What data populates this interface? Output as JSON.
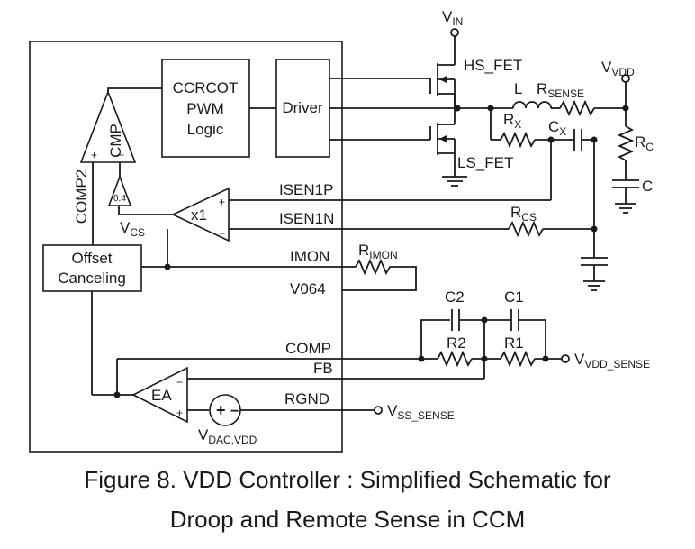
{
  "labels": {
    "vin_main": "V",
    "vin_sub": "IN",
    "vvdd_main": "V",
    "vvdd_sub": "VDD",
    "hs_fet": "HS_FET",
    "ls_fet": "LS_FET",
    "l": "L",
    "rsense_main": "R",
    "rsense_sub": "SENSE",
    "rx_main": "R",
    "rx_sub": "X",
    "cx_main": "C",
    "cx_sub": "X",
    "rc_main": "R",
    "rc_sub": "C",
    "c": "C",
    "rcs_main": "R",
    "rcs_sub": "CS",
    "rimon_main": "R",
    "rimon_sub": "IMON",
    "c2": "C2",
    "c1": "C1",
    "r2": "R2",
    "r1": "R1",
    "vvdd_sense_main": "V",
    "vvdd_sense_sub": "VDD_SENSE",
    "vss_sense_main": "V",
    "vss_sense_sub": "SS_SENSE",
    "vdac_main": "V",
    "vdac_sub": "DAC,VDD",
    "vcs_main": "V",
    "vcs_sub": "CS",
    "ccrcot_line1": "CCRCOT",
    "ccrcot_line2": "PWM",
    "ccrcot_line3": "Logic",
    "driver": "Driver",
    "cmp": "CMP",
    "comp2": "COMP2",
    "gain_04": "0.4",
    "x1": "x1",
    "ea": "EA",
    "offset_line1": "Offset",
    "offset_line2": "Canceling",
    "plus": "+",
    "minus": "−"
  },
  "pins": {
    "isen1p": "ISEN1P",
    "isen1n": "ISEN1N",
    "imon": "IMON",
    "v064": "V064",
    "comp": "COMP",
    "fb": "FB",
    "rgnd": "RGND"
  },
  "caption": {
    "line1": "Figure 8. VDD Controller : Simplified Schematic for",
    "line2": "Droop and Remote Sense in CCM"
  }
}
